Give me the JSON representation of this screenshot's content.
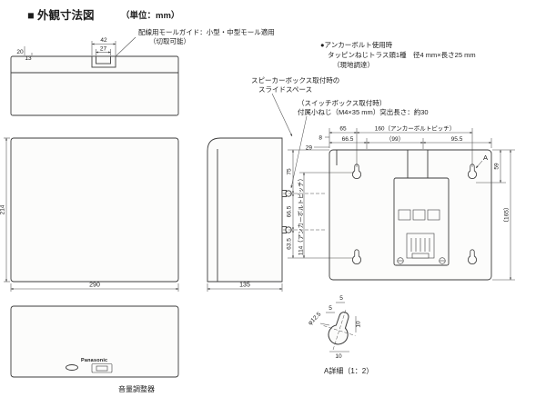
{
  "meta": {
    "title_main": "■ 外観寸法図",
    "title_unit": "（単位：mm）"
  },
  "annotations": {
    "mold_guide_line1": "配線用モールガイド：小型・中型モール適用",
    "mold_guide_line2": "（切取可能）",
    "anchor_line1": "●アンカーボルト使用時",
    "anchor_line2": "タッピンねじトラス頭1種　径4 mm×長さ25 mm",
    "anchor_line3": "（現地調達）",
    "slide_line1": "スピーカーボックス取付時の",
    "slide_line2": "スライドスペース",
    "switch_line1": "（スイッチボックス取付時）",
    "switch_line2": "付属小ねじ（M4×35 mm）突出長さ：約30",
    "volume_label": "音量調整器",
    "detail_label": "A詳細（1：2）",
    "brand": "Panasonic"
  },
  "dimensions": {
    "top_view": {
      "w_outer": "42",
      "w_inner": "27",
      "d_outer": "20",
      "d_inner": "13"
    },
    "front_view": {
      "height": "214",
      "width": "290"
    },
    "side_view": {
      "depth": "135"
    },
    "rear_view": {
      "edge_to_hole": "65",
      "edge_to_rail": "66.5",
      "pitch_h": "160（アンカーボルトピッチ）",
      "span_mid": "（99）",
      "span_right": "95.5",
      "top_to_hole_right": "59",
      "overall_right": "（165）",
      "rail_offset_a": "8",
      "rail_offset_b": "29",
      "top_to_screw": "75",
      "screw_pitch": "66.5",
      "screw_to_hole": "63.5",
      "pitch_v": "114（アンカーボルトピッチ）",
      "detail_ref": "A"
    },
    "detail_a": {
      "dim_5a": "5",
      "dim_5b": "5",
      "dim_10a": "10",
      "dim_10b": "10",
      "dim_phi": "φ12.5"
    }
  }
}
